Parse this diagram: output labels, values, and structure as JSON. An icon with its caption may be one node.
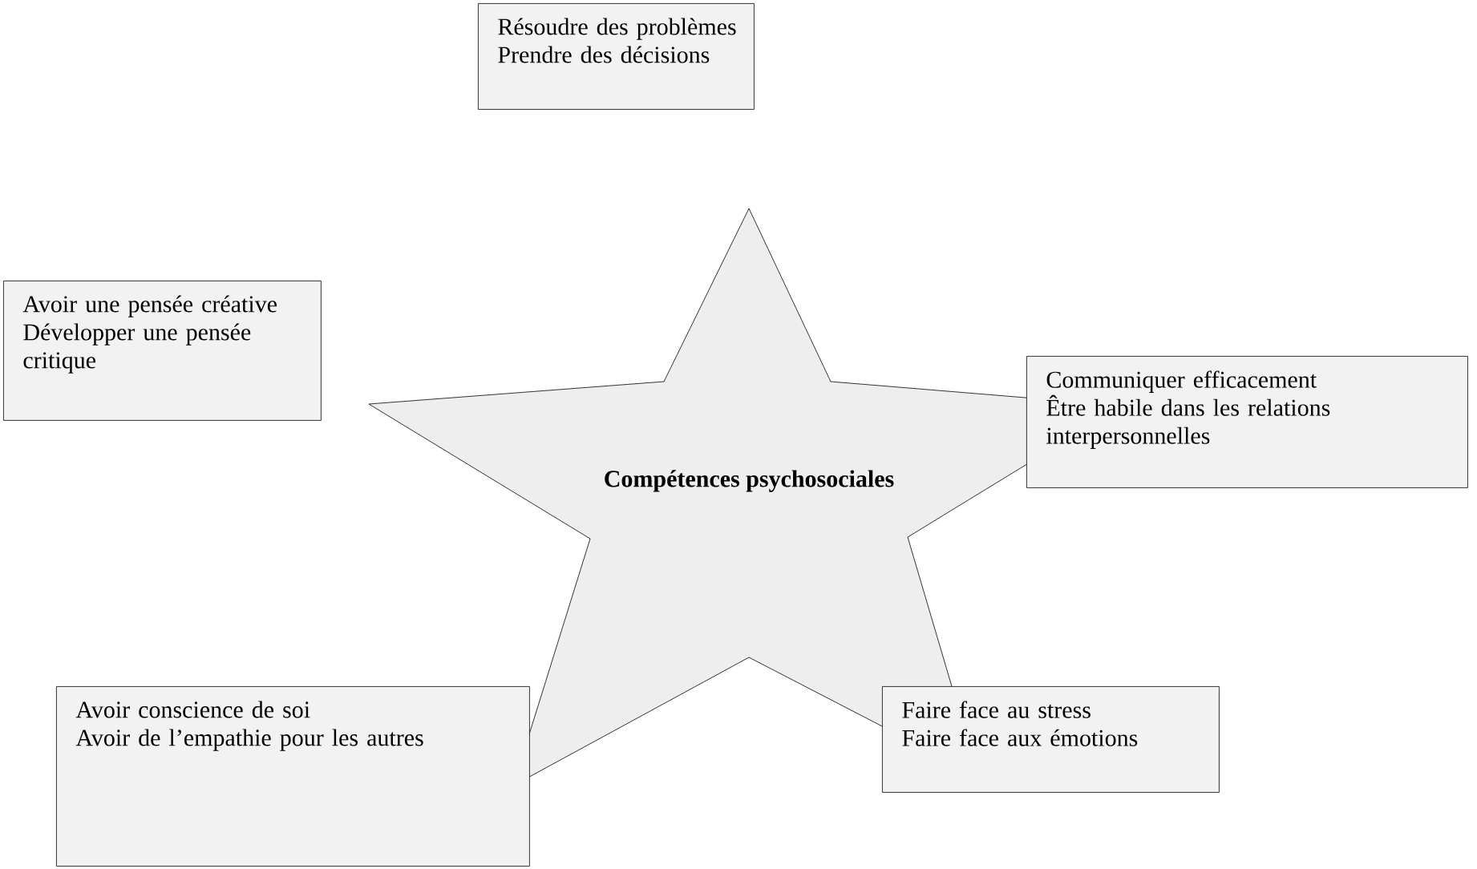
{
  "diagram": {
    "nodes": [
      {
        "text": [
          "Résoudre des problèmes",
          "Prendre des décisions"
        ]
      },
      {
        "text": [
          "Avoir une pensée créative",
          "Développer une pensée critique"
        ]
      },
      {
        "text": [
          "Compétences psychosociales"
        ]
      },
      {
        "text": [
          "Communiquer efficacement",
          "Être habile dans les relations interpersonnelles"
        ]
      },
      {
        "text": [
          "Avoir conscience de soi",
          "Avoir de l’empathie pour les autres"
        ]
      },
      {
        "text": [
          "Faire face au stress",
          "Faire face aux émotions"
        ]
      }
    ]
  }
}
